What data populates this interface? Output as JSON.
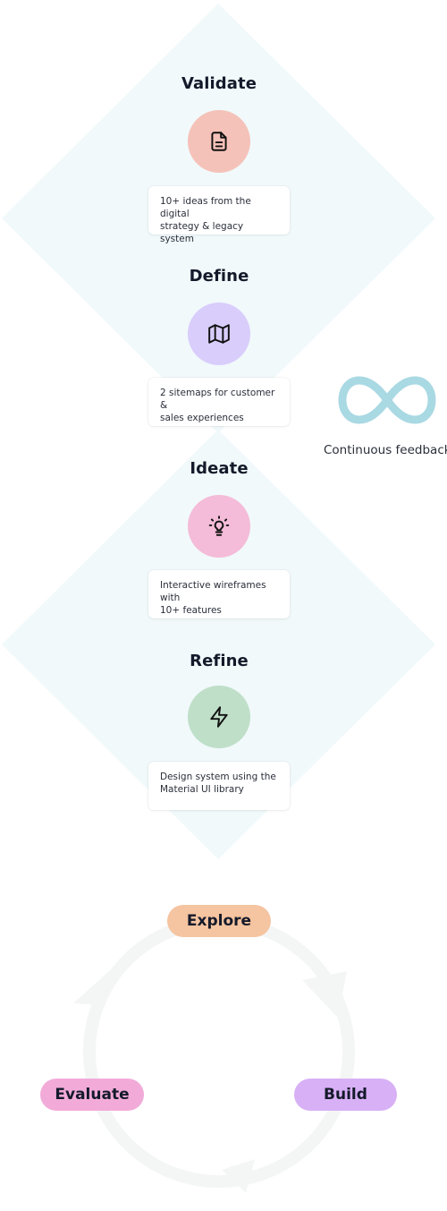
{
  "stages": [
    {
      "title": "Validate",
      "icon": "document-icon",
      "circle_color": "#f5c2b9",
      "description_line1": "10+ ideas from the digital",
      "description_line2": "strategy & legacy system"
    },
    {
      "title": "Define",
      "icon": "map-icon",
      "circle_color": "#d9cdfb",
      "description_line1": "2 sitemaps for customer &",
      "description_line2": "sales experiences"
    },
    {
      "title": "Ideate",
      "icon": "lightbulb-icon",
      "circle_color": "#f4bcd8",
      "description_line1": "Interactive wireframes with",
      "description_line2": "10+ features"
    },
    {
      "title": "Refine",
      "icon": "lightning-icon",
      "circle_color": "#bfdfc8",
      "description_line1": "Design system using the",
      "description_line2": "Material UI library"
    }
  ],
  "feedback": {
    "label": "Continuous feedback",
    "icon": "infinity-icon",
    "color": "#a9d9e3"
  },
  "cycle": {
    "explore": {
      "label": "Explore",
      "color": "#f5c4a0"
    },
    "build": {
      "label": "Build",
      "color": "#d8b0f6"
    },
    "evaluate": {
      "label": "Evaluate",
      "color": "#f2abd9"
    }
  },
  "colors": {
    "diamond": "#f1f9fb",
    "cycle_ring": "#f4f6f5"
  }
}
